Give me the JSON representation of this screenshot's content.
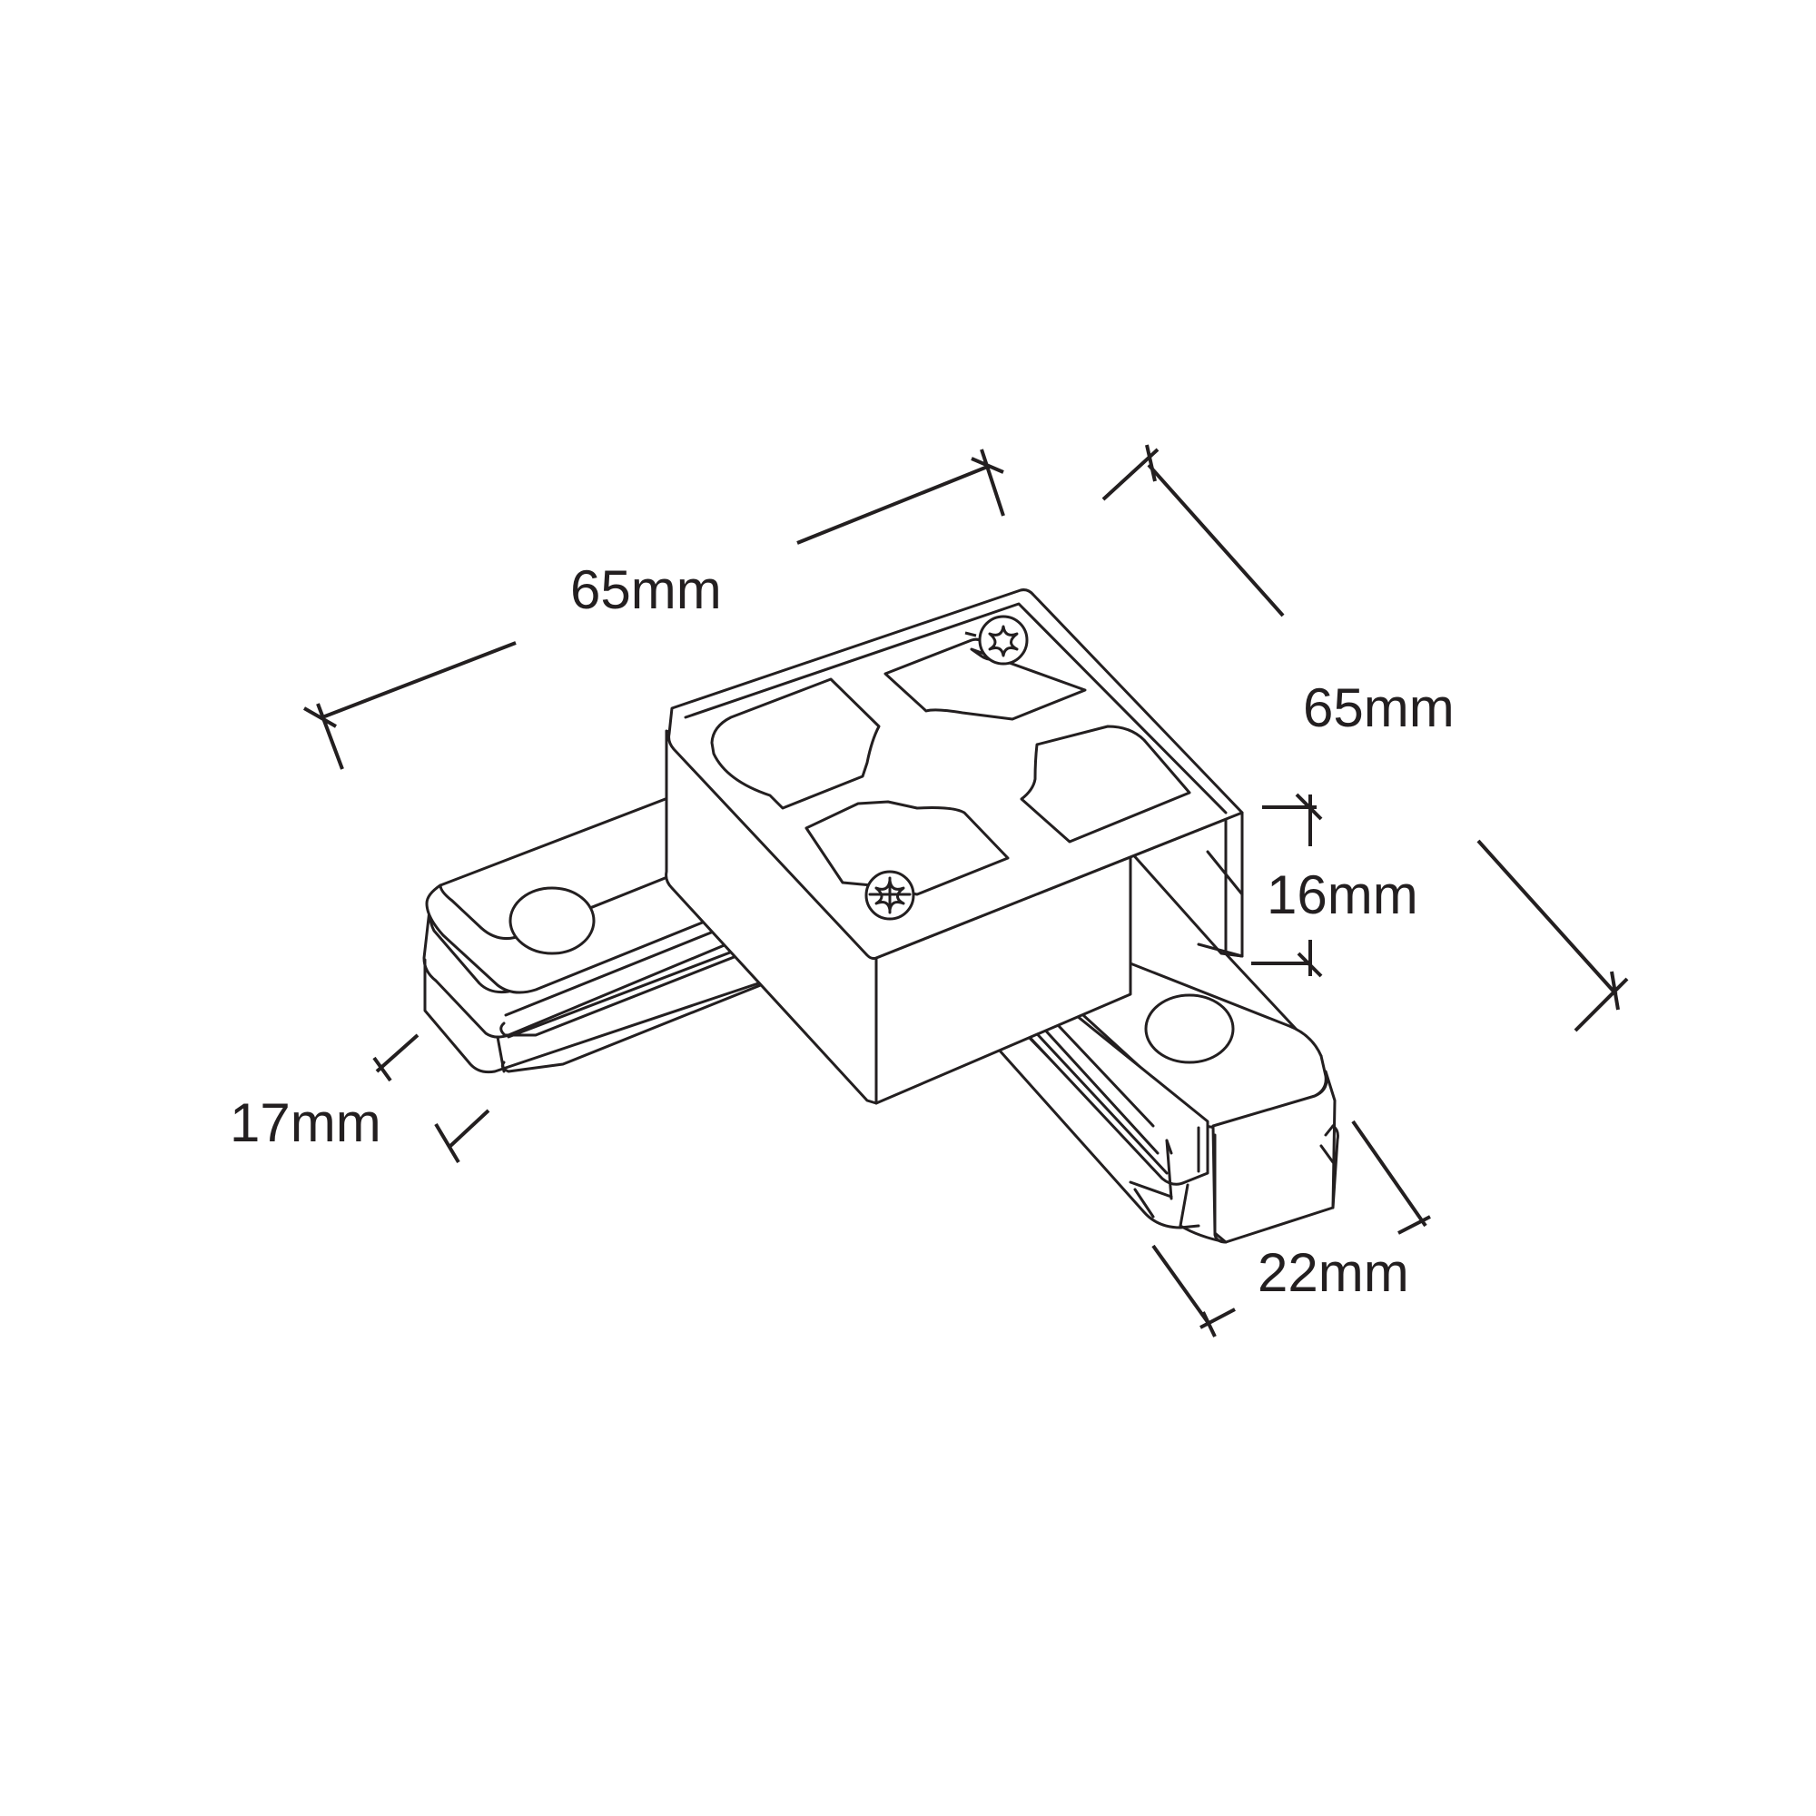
{
  "dimensions": {
    "top_left_length": "65mm",
    "top_right_length": "65mm",
    "height": "16mm",
    "left_arm_height": "17mm",
    "right_arm_width": "22mm"
  }
}
